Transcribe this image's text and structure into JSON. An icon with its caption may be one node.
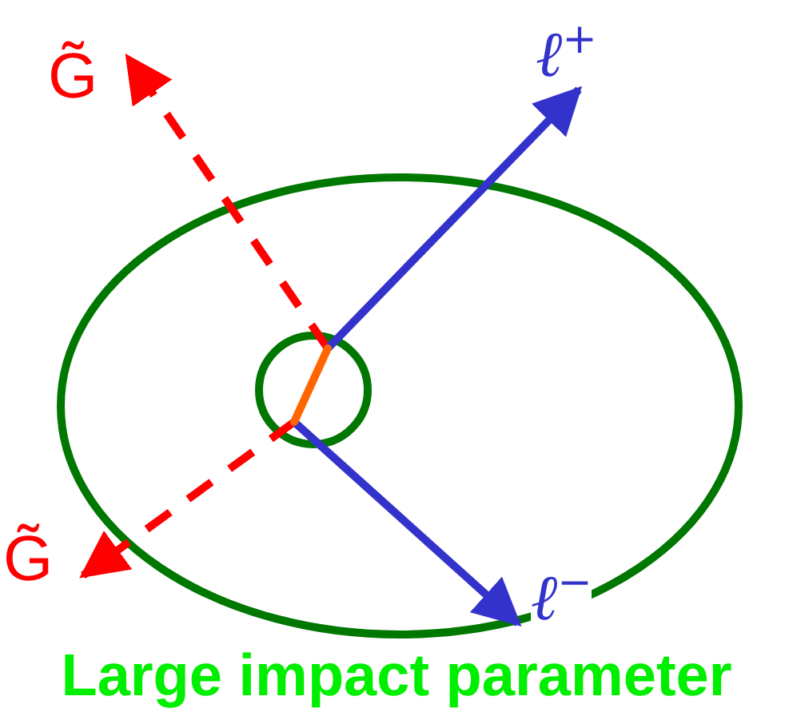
{
  "diagram": {
    "caption": "Large impact parameter",
    "nodes": [
      {
        "text": [
          "G̃"
        ]
      },
      {
        "text": [
          "ℓ$^{+}$"
        ]
      },
      {
        "text": [
          "G̃"
        ]
      },
      {
        "text": [
          "ℓ$^{−}$"
        ]
      }
    ],
    "edges": [
      {
        "from": null,
        "to": 0,
        "arrow": "to",
        "style": "dashed",
        "color": "#ff0000"
      },
      {
        "from": null,
        "to": 1,
        "arrow": "to",
        "color": "#3333cc"
      },
      {
        "from": null,
        "to": 2,
        "arrow": "to",
        "style": "dashed",
        "color": "#ff0000"
      },
      {
        "from": null,
        "to": 3,
        "arrow": "to",
        "color": "#3333cc"
      }
    ]
  }
}
